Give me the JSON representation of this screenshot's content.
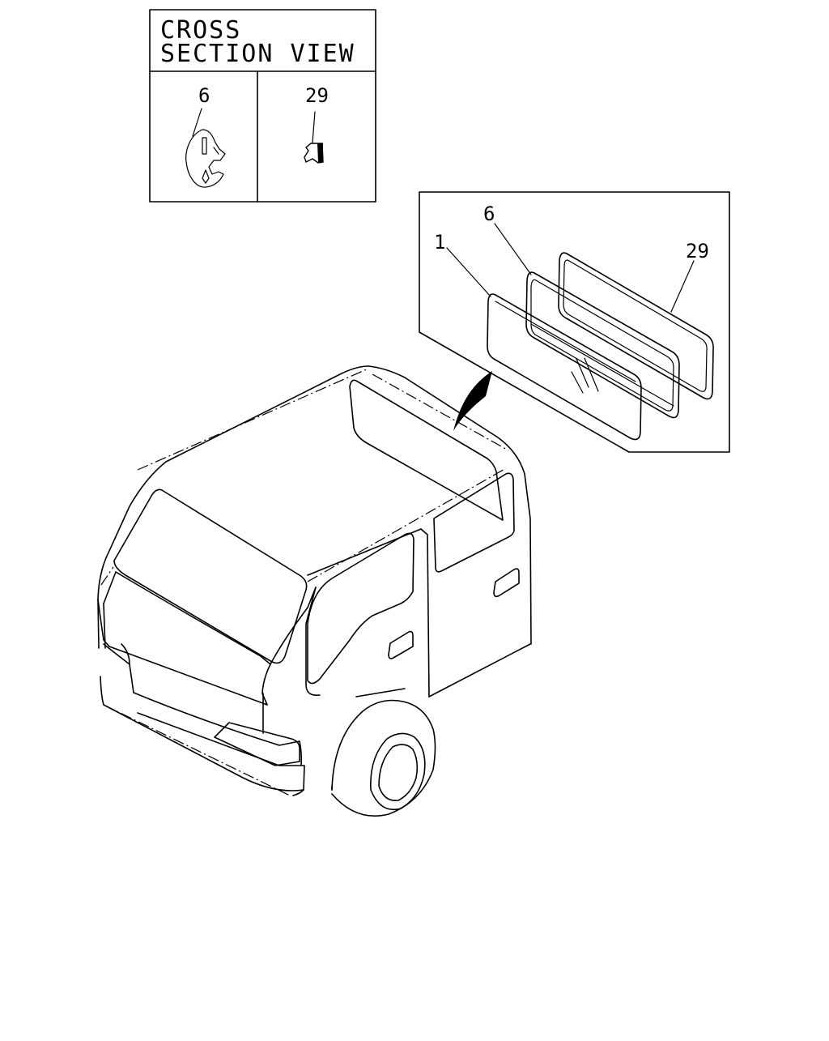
{
  "cross_section": {
    "title_line1": "CROSS",
    "title_line2": "SECTION VIEW",
    "left_ref": "6",
    "right_ref": "29"
  },
  "callouts": {
    "glass": "1",
    "seal_inner": "6",
    "seal_outer": "29"
  }
}
